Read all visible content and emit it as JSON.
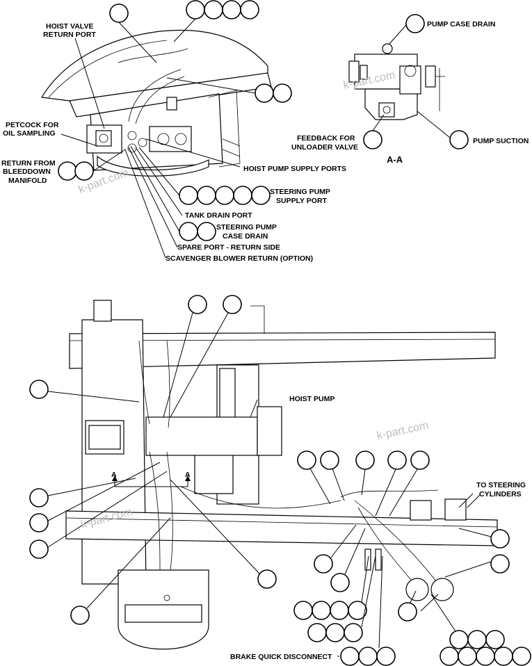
{
  "labels": {
    "hoist_valve_return_port_1": "HOIST VALVE",
    "hoist_valve_return_port_2": "RETURN PORT",
    "petcock_1": "PETCOCK FOR",
    "petcock_2": "OIL SAMPLING",
    "return_bleeddown_1": "RETURN FROM",
    "return_bleeddown_2": "BLEEDDOWN",
    "return_bleeddown_3": "MANIFOLD",
    "hoist_pump_supply_ports": "HOIST PUMP SUPPLY PORTS",
    "steering_pump_supply_1": "STEERING PUMP",
    "steering_pump_supply_2": "SUPPLY PORT",
    "tank_drain_port": "TANK DRAIN PORT",
    "steering_case_drain_1": "STEERING PUMP",
    "steering_case_drain_2": "CASE DRAIN",
    "spare_port": "SPARE PORT - RETURN SIDE",
    "scavenger": "SCAVENGER BLOWER RETURN (OPTION)",
    "pump_case_drain": "PUMP CASE DRAIN",
    "feedback_1": "FEEDBACK FOR",
    "feedback_2": "UNLOADER VALVE",
    "pump_suction": "PUMP SUCTION",
    "section": "A-A",
    "hoist_pump": "HOIST PUMP",
    "to_steering_1": "TO STEERING",
    "to_steering_2": "CYLINDERS",
    "brake_quick_disconnect": "BRAKE QUICK DISCONNECT",
    "arrow_a_left": "A",
    "arrow_a_right": "A"
  },
  "watermarks": [
    "k-part.com",
    "k-part.com",
    "k-part.com",
    "k-part.com"
  ]
}
